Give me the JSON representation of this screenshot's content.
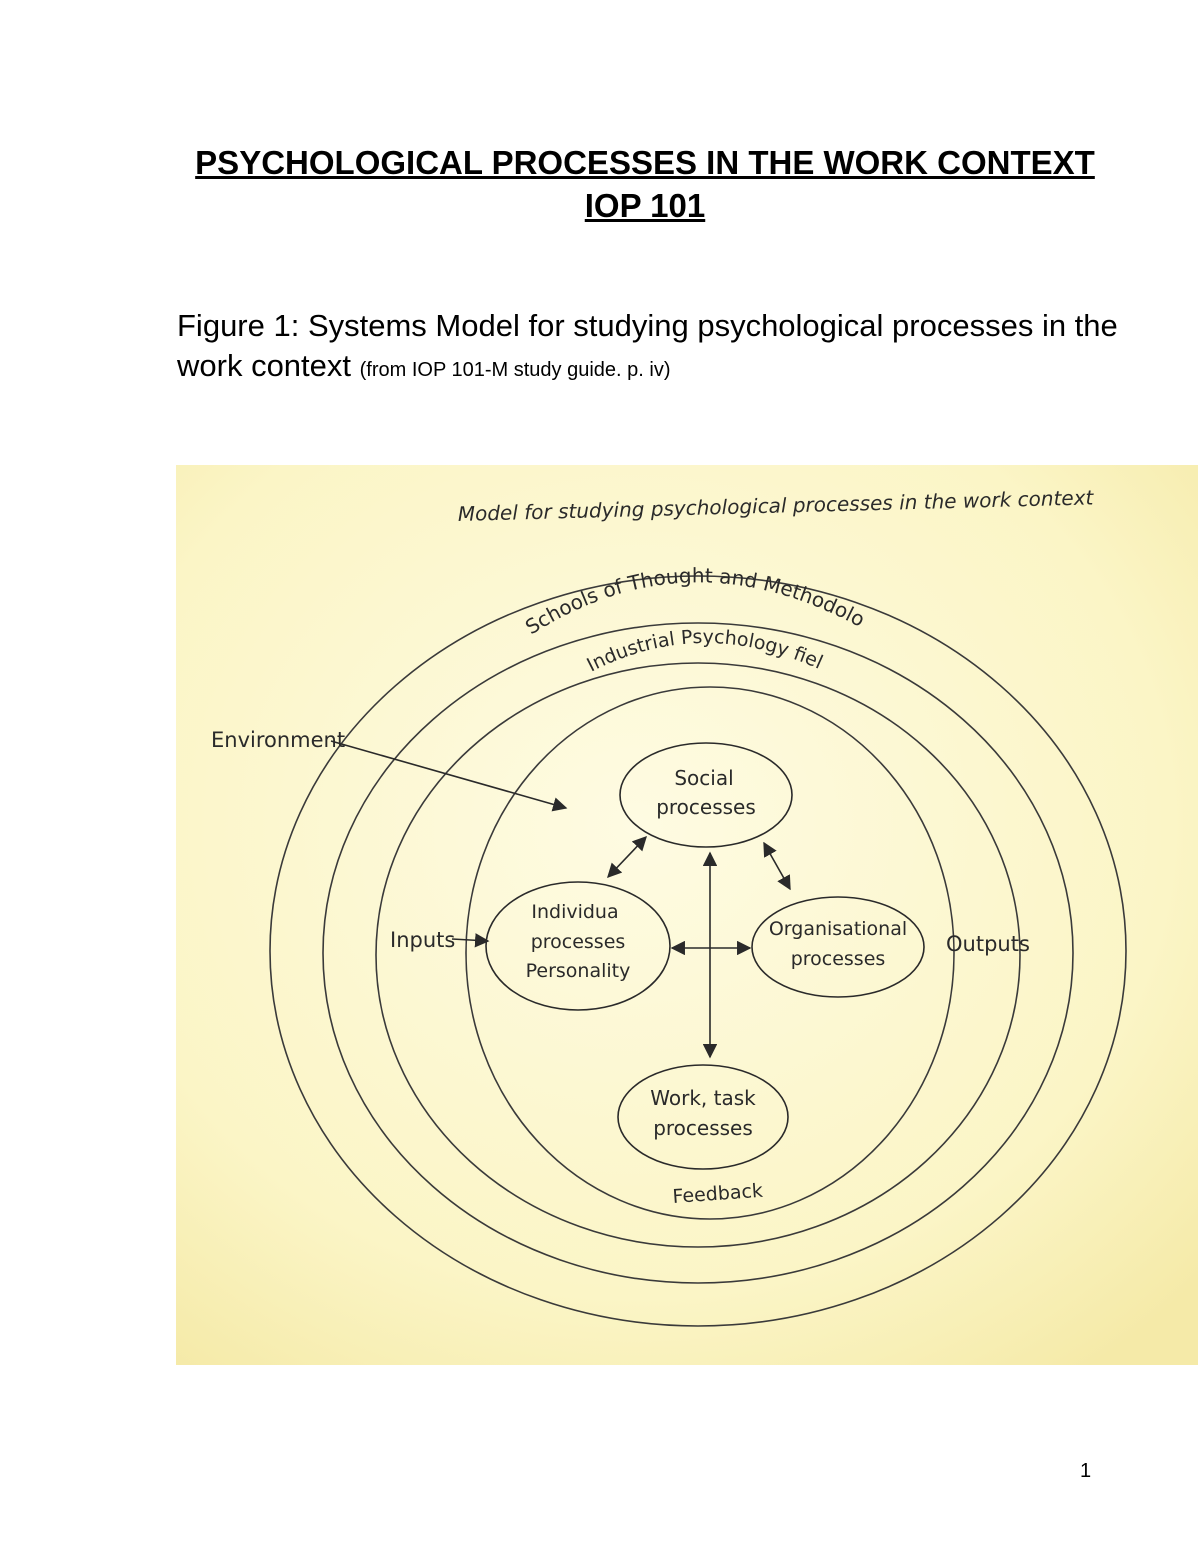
{
  "document": {
    "title_line1": "PSYCHOLOGICAL PROCESSES IN THE WORK CONTEXT",
    "title_line2": "IOP 101",
    "caption_main": "Figure 1: Systems Model for studying psychological processes in the work context",
    "caption_source": "(from IOP 101-M study guide. p. iv)",
    "page_number": "1"
  },
  "figure": {
    "heading": "Model for studying psychological processes in the work context",
    "ring_outer_label": "Schools of Thought and Methodology",
    "ring_middle_label": "Industrial Psychology fields",
    "environment_label": "Environment",
    "inputs_label": "Inputs",
    "outputs_label": "Outputs",
    "feedback_label": "Feedback",
    "social": {
      "line1": "Social",
      "line2": "processes"
    },
    "individual": {
      "line1": "Individua",
      "line2": "processes",
      "line3": "Personality"
    },
    "organisational": {
      "line1": "Organisational",
      "line2": "processes"
    },
    "work": {
      "line1": "Work, task",
      "line2": "processes"
    },
    "paper_color": "#fbf5c6",
    "ink_color": "#2a2a2a"
  }
}
